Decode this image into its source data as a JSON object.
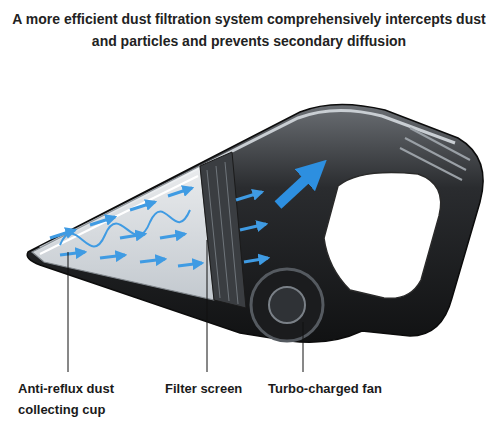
{
  "diagram": {
    "title": "A more efficient dust filtration system comprehensively intercepts dust and particles and prevents secondary diffusion",
    "labels": [
      "Anti-reflux dust collecting cup",
      "Filter screen",
      "Turbo-charged fan"
    ]
  }
}
